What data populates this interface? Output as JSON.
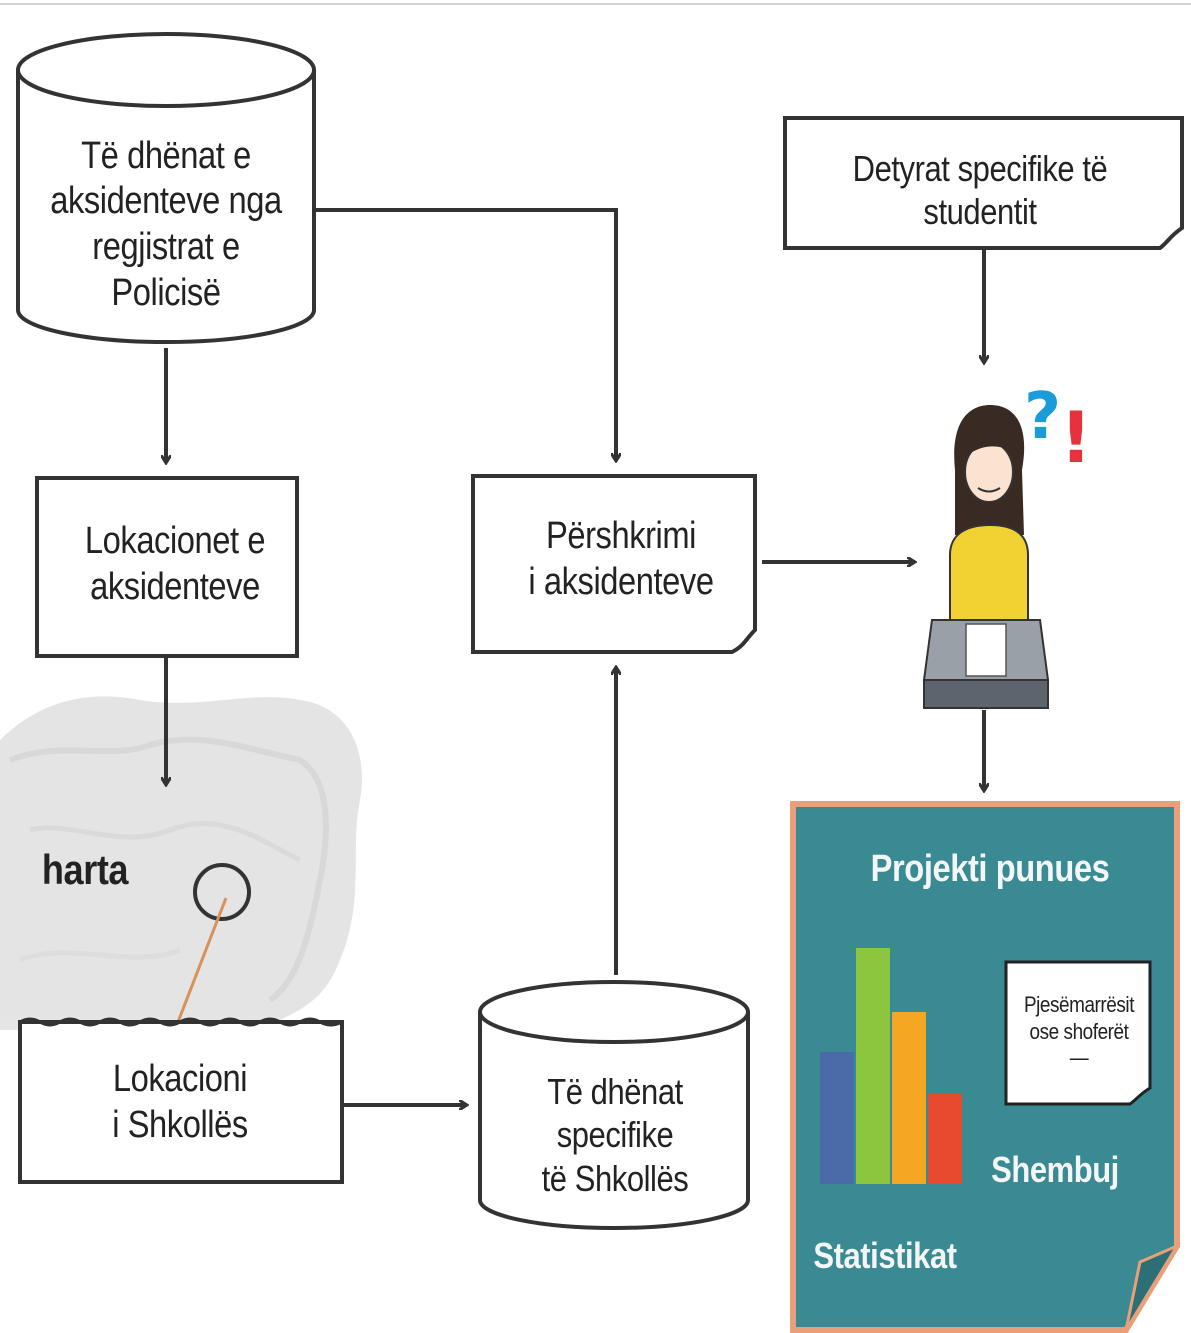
{
  "nodes": {
    "police_db": {
      "line1": "Të dhënat e",
      "line2": "aksidenteve nga",
      "line3": "regjistrat e Policisë"
    },
    "student_tasks": {
      "label": "Detyrat specifike të studentit"
    },
    "locations": {
      "line1": "Lokacionet e",
      "line2": "aksidenteve"
    },
    "description": {
      "line1": "Përshkrimi",
      "line2": "i aksidenteve"
    },
    "map": {
      "label": "harta"
    },
    "school_location": {
      "line1": "Lokacioni",
      "line2": "i Shkollës"
    },
    "school_db": {
      "line1": "Të dhënat specifike",
      "line2": "të Shkollës"
    }
  },
  "student": {
    "symbols": "?!"
  },
  "board": {
    "title": "Projekti punues",
    "note_line1": "Pjesëmarrësit",
    "note_line2": "ose shoferët",
    "note_line3": "—",
    "examples": "Shembuj",
    "statistics": "Statistikat"
  },
  "colors": {
    "board": "#3a8a93",
    "board_border": "#e9a07a",
    "bar_blue": "#4a6aa8",
    "bar_green": "#8cc63e",
    "bar_orange": "#f5a623",
    "bar_red": "#e84a2e",
    "shirt": "#f2d232",
    "question": "#1b9bd7",
    "exclaim": "#e5323c"
  }
}
